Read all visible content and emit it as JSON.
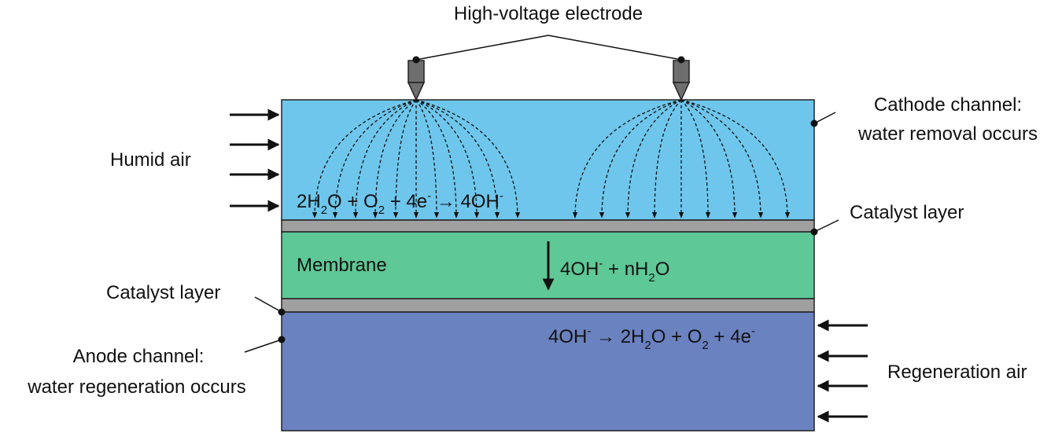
{
  "electrode": {
    "label": "High-voltage electrode"
  },
  "left": {
    "humid_air": "Humid  air",
    "catalyst_layer": "Catalyst layer",
    "anode_line1": "Anode channel:",
    "anode_line2": "water regeneration occurs"
  },
  "right": {
    "cathode_line1": "Cathode channel:",
    "cathode_line2": "water removal occurs",
    "catalyst_layer": "Catalyst layer",
    "regen_air": "Regeneration air"
  },
  "membrane": {
    "label": "Membrane"
  },
  "equations": {
    "cathode": {
      "a": "2H",
      "a_sub": "2",
      "b": "O + O",
      "b_sub": "2",
      "c": " + 4e",
      "c_sup": "-",
      "arrow": " → ",
      "d": "4OH",
      "d_sup": "-"
    },
    "membrane": {
      "a": "4OH",
      "a_sup": "-",
      "b": " + nH",
      "b_sub": "2",
      "c": "O"
    },
    "anode": {
      "a": "4OH",
      "a_sup": "-",
      "arrow": " → ",
      "b": "2H",
      "b_sub": "2",
      "c": "O + O",
      "c_sub": "2",
      "d": " + 4e",
      "d_sup": "-"
    }
  },
  "colors": {
    "cathode": "#6EC6EC",
    "catalyst": "#A0A0A0",
    "membrane": "#5EC896",
    "anode": "#6A82C0"
  },
  "icons": {
    "electrode": "needle-electrode-icon",
    "arrow": "arrow-icon"
  }
}
